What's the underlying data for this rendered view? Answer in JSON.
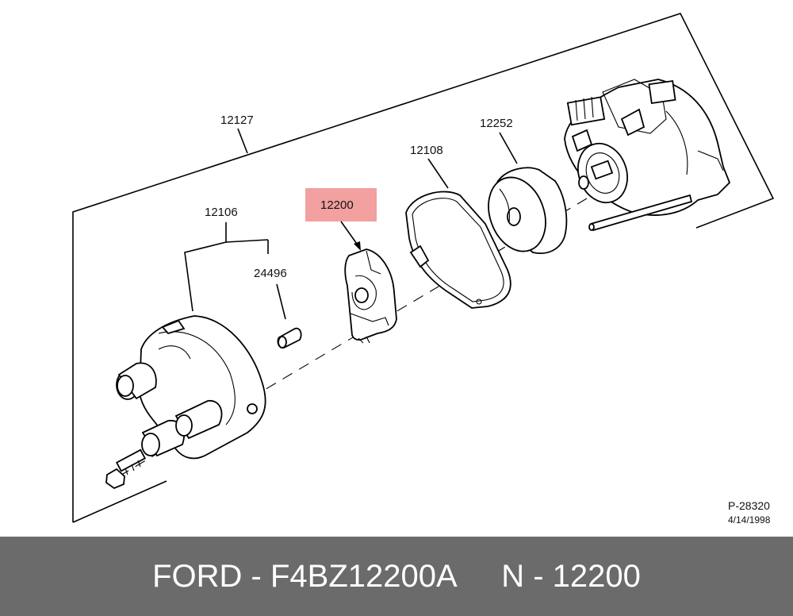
{
  "labels": {
    "assembly": "12127",
    "cap": "12106",
    "screw": "24496",
    "rotor": "12200",
    "gasket": "12108",
    "shield": "12252"
  },
  "ref_code": "P-28320",
  "ref_date": "4/14/1998",
  "highlight_color": "#f2a0a0",
  "footer": {
    "brand": "FORD",
    "part_number": "F4BZ12200A",
    "n_label": "N",
    "n_value": "12200"
  }
}
